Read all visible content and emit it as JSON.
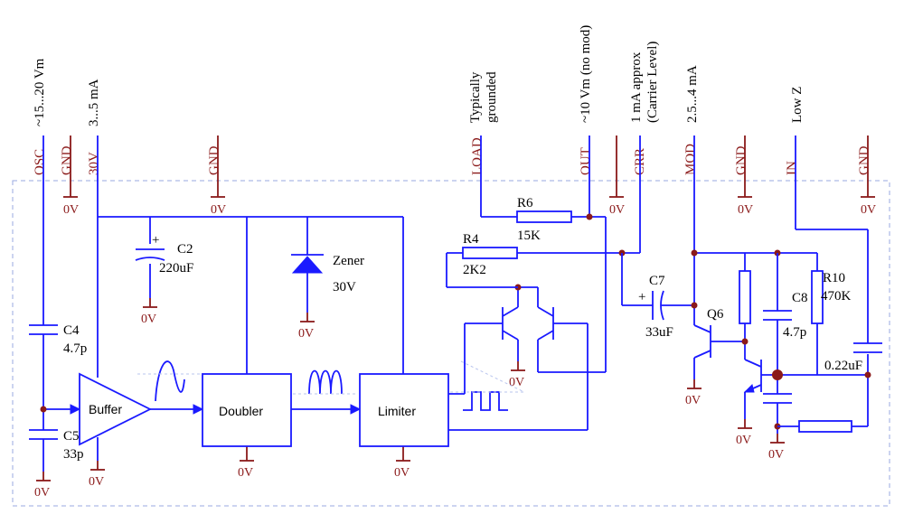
{
  "pins": {
    "osc": "OSC",
    "gnd1": "GND",
    "v30": "30V",
    "gnd2": "GND",
    "load": "LOAD",
    "out": "OUT",
    "crr": "CRR",
    "mod": "MOD",
    "gnd3": "GND",
    "in": "IN",
    "gnd4": "GND"
  },
  "notes": {
    "osc": "~15...20 Vm",
    "v30": "3...5 mA",
    "load_1": "Typically",
    "load_2": "grounded",
    "out": "~10 Vm (no mod)",
    "crr_1": "1 mA approx",
    "crr_2": "(Carrier Level)",
    "mod": "2.5...4 mA",
    "in": "Low Z"
  },
  "ground_label": "0V",
  "blocks": {
    "buffer": "Buffer",
    "doubler": "Doubler",
    "limiter": "Limiter"
  },
  "components": {
    "c2_name": "C2",
    "c2_value": "220uF",
    "zener_name": "Zener",
    "zener_value": "30V",
    "c4_name": "C4",
    "c4_value": "4.7p",
    "c5_name": "C5",
    "c5_value": "33p",
    "r6_name": "R6",
    "r6_value": "15K",
    "r4_name": "R4",
    "r4_value": "2K2",
    "c7_name": "C7",
    "c7_value": "33uF",
    "q6_name": "Q6",
    "c8_name": "C8",
    "c8_value": "4.7p",
    "r10_name": "R10",
    "r10_value": "470K",
    "cin_value": "0.22uF"
  },
  "colors": {
    "wire": "#1a1aff",
    "pin": "#8b1a1a",
    "text": "#000000",
    "border": "#9aa8e0"
  }
}
